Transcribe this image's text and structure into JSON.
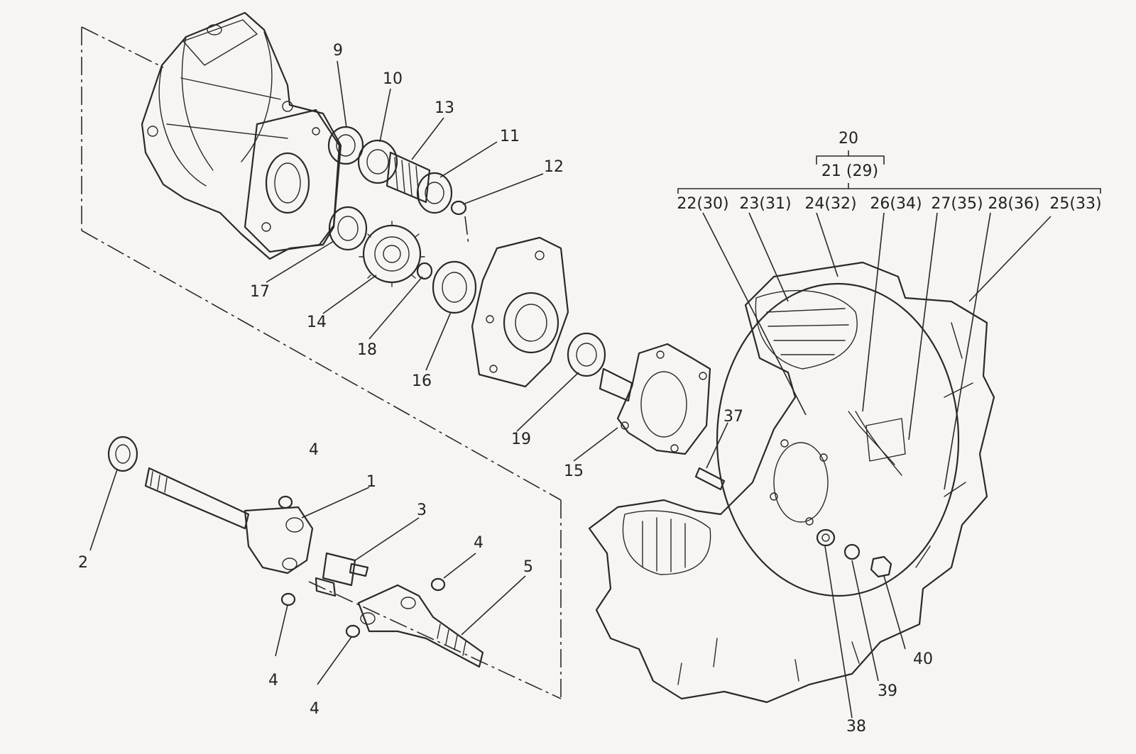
{
  "callouts": {
    "c1": "1",
    "c2": "2",
    "c3": "3",
    "c4a": "4",
    "c4b": "4",
    "c4c": "4",
    "c4d": "4",
    "c5": "5",
    "c9": "9",
    "c10": "10",
    "c11": "11",
    "c12": "12",
    "c13": "13",
    "c14": "14",
    "c15": "15",
    "c16": "16",
    "c17": "17",
    "c18": "18",
    "c19": "19",
    "c37": "37",
    "c38": "38",
    "c39": "39",
    "c40": "40"
  },
  "wheel_group": {
    "top": "20",
    "sub": "21 (29)",
    "items": [
      "22(30)",
      "23(31)",
      "24(32)",
      "26(34)",
      "27(35)",
      "28(36)",
      "25(33)"
    ]
  }
}
